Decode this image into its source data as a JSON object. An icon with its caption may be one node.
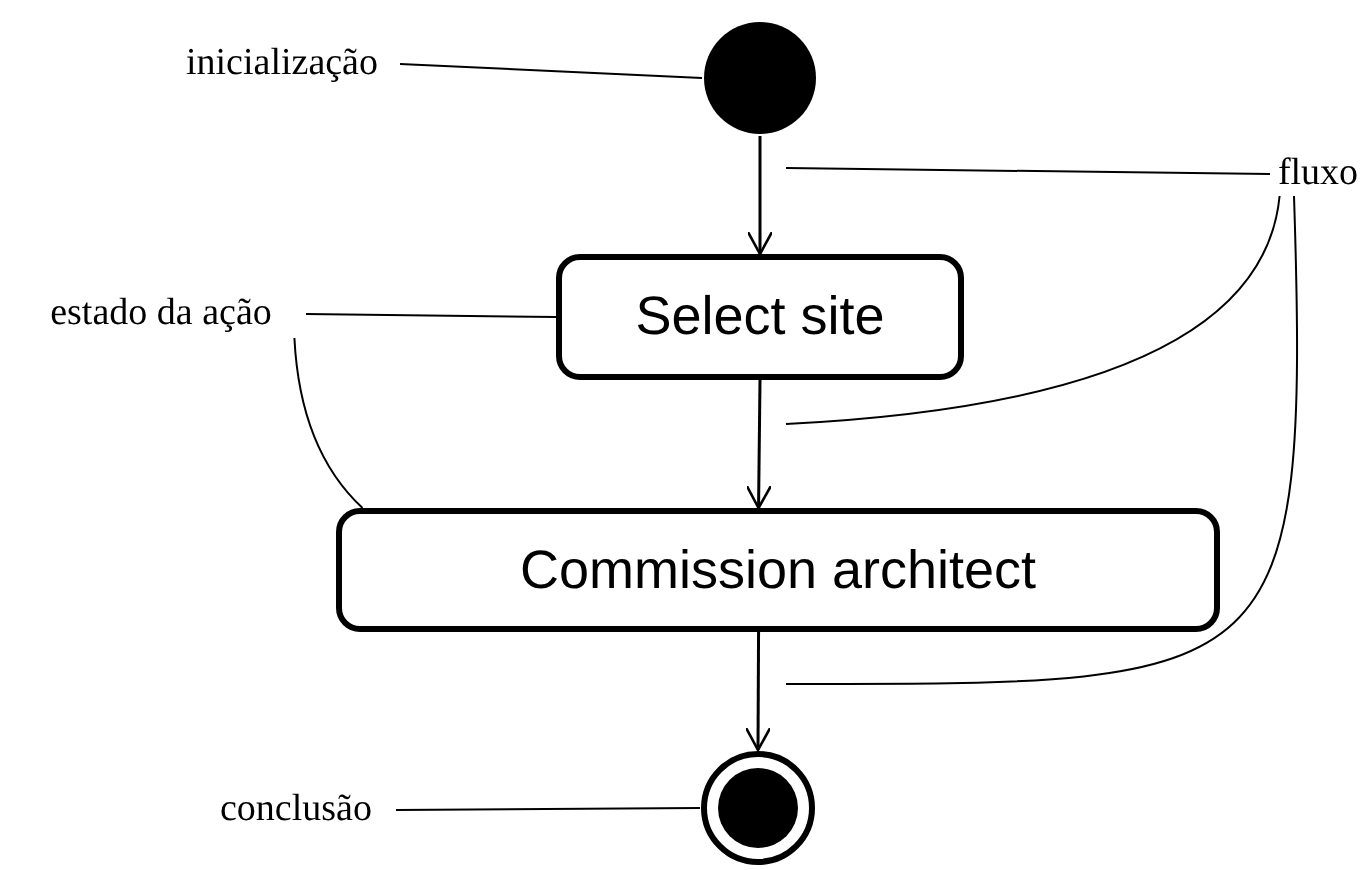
{
  "diagram": {
    "nodes": [
      {
        "text": [
          "inicialização"
        ]
      },
      {
        "text": [],
        "shape": "circle"
      },
      {
        "text": [
          "fluxo"
        ]
      },
      {
        "text": [
          "Select site"
        ]
      },
      {
        "text": [
          "estado da ação"
        ]
      },
      {
        "text": [
          "Commission architect"
        ]
      },
      {
        "text": [],
        "shape": "circle"
      },
      {
        "text": [
          "conclusão"
        ]
      }
    ],
    "edges": [
      {
        "from": 1,
        "to": 3,
        "arrow": "to"
      },
      {
        "from": 3,
        "to": 5,
        "arrow": "to"
      },
      {
        "from": 5,
        "to": 6,
        "arrow": "to"
      },
      {
        "from": 0,
        "to": 1,
        "arrow": "none"
      },
      {
        "from": 2,
        "to": null,
        "arrow": "none"
      },
      {
        "from": 2,
        "to": null,
        "arrow": "none"
      },
      {
        "from": 2,
        "to": null,
        "arrow": "none"
      },
      {
        "from": 4,
        "to": 3,
        "arrow": "none"
      },
      {
        "from": 4,
        "to": 5,
        "arrow": "none"
      },
      {
        "from": 7,
        "to": 6,
        "arrow": "none"
      }
    ]
  }
}
